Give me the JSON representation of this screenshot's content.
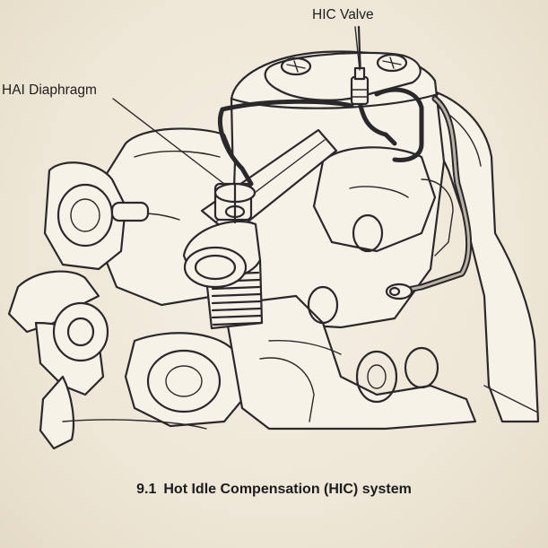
{
  "labels": {
    "hic_valve": "HIC Valve",
    "hai_diaphragm": "HAI Diaphragm"
  },
  "caption": {
    "number": "9.1",
    "text": "Hot Idle Compensation (HIC) system"
  },
  "colors": {
    "ink": "#2a282b",
    "paper": "#f1ebde"
  }
}
